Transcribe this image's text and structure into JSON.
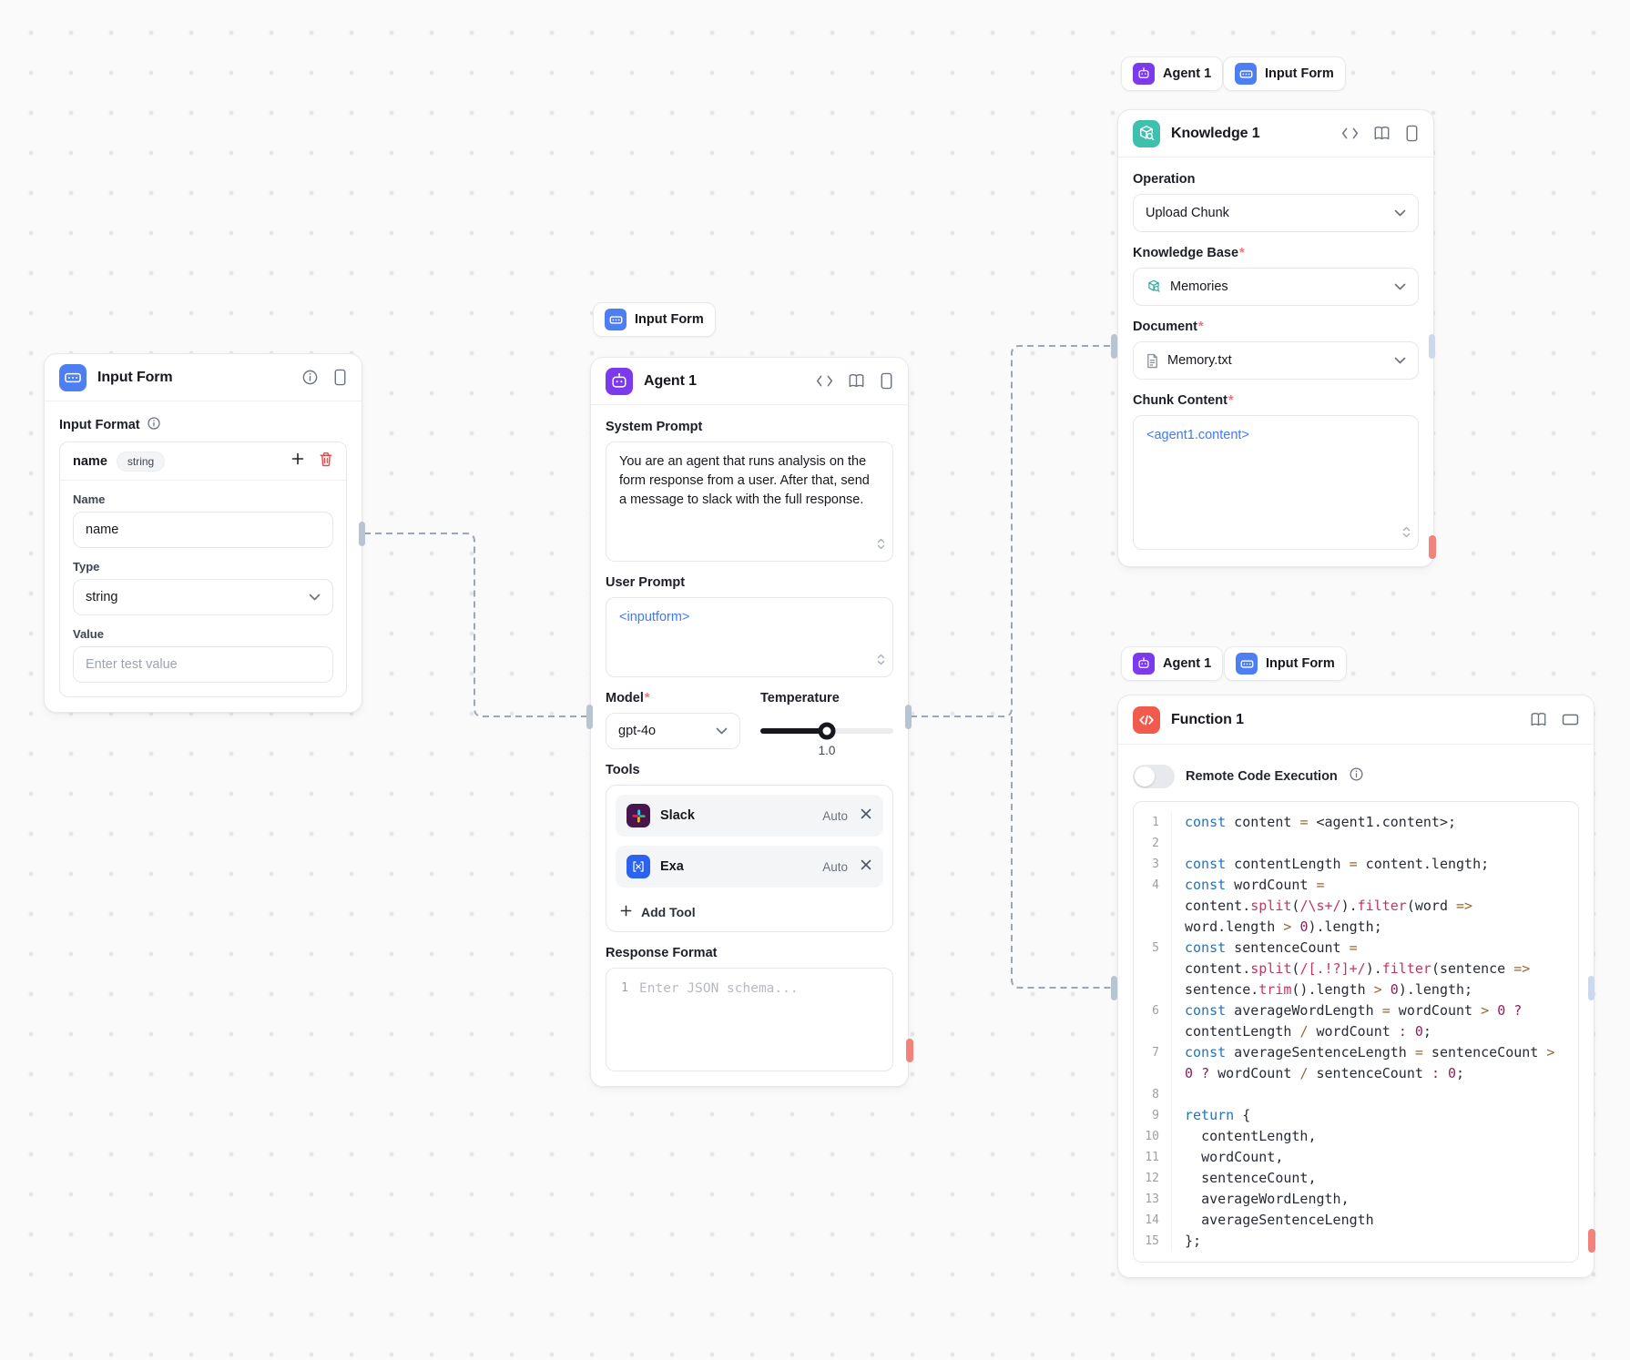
{
  "colors": {
    "canvas-bg": "#FAFAFA",
    "dot": "#E4E5E9",
    "wire": "#9AA7B7",
    "node-border": "#E8E9ED",
    "divider": "#EFEFF2",
    "form-blue": "#4E7FF2",
    "agent-purple": "#7C3AED",
    "knowledge-teal": "#3FBFAE",
    "function-red": "#F05B4D",
    "exa-blue": "#2B63F0",
    "slack-bg": "#4A154B",
    "link-blue": "#3D7BF7",
    "required-red": "#F87171",
    "danger-red": "#EF4444",
    "handle": "#B9C4D3",
    "handle-light": "#CCD9EC",
    "handle-red": "#F2837B",
    "code-keyword": "#2673B8",
    "code-func": "#C23563",
    "code-num": "#8F2057",
    "code-op": "#9A6630",
    "code-plain": "#272B33",
    "code-linenum": "#9AA0A6"
  },
  "input_form_node": {
    "title": "Input Form",
    "input_format_label": "Input Format",
    "row_name": "name",
    "row_type_chip": "string",
    "name_label": "Name",
    "name_value": "name",
    "type_label": "Type",
    "type_value": "string",
    "value_label": "Value",
    "value_placeholder": "Enter test value"
  },
  "agent_node": {
    "chip_label": "Input Form",
    "title": "Agent 1",
    "system_prompt_label": "System Prompt",
    "system_prompt_value": "You are an agent that runs analysis on the form response from a user. After that, send a message to slack with the full response.",
    "user_prompt_label": "User Prompt",
    "user_prompt_value": "<inputform>",
    "model_label": "Model",
    "model_value": "gpt-4o",
    "temperature_label": "Temperature",
    "temperature_value": "1.0",
    "temperature_percent": 50,
    "tools_label": "Tools",
    "tools": [
      {
        "name": "Slack",
        "mode": "Auto"
      },
      {
        "name": "Exa",
        "mode": "Auto"
      }
    ],
    "add_tool_label": "Add Tool",
    "response_format_label": "Response Format",
    "response_line_number": "1",
    "response_placeholder": "Enter JSON schema..."
  },
  "knowledge_node": {
    "chips": [
      "Agent 1",
      "Input Form"
    ],
    "title": "Knowledge 1",
    "operation_label": "Operation",
    "operation_value": "Upload Chunk",
    "knowledge_base_label": "Knowledge Base",
    "knowledge_base_value": "Memories",
    "document_label": "Document",
    "document_value": "Memory.txt",
    "chunk_content_label": "Chunk Content",
    "chunk_content_value": "<agent1.content>"
  },
  "function_node": {
    "chips": [
      "Agent 1",
      "Input Form"
    ],
    "title": "Function 1",
    "toggle_label": "Remote Code Execution",
    "code_lines": [
      [
        [
          "k",
          "const"
        ],
        [
          "p",
          " content "
        ],
        [
          "o",
          "="
        ],
        [
          "p",
          " <agent1.content>;"
        ]
      ],
      [],
      [
        [
          "k",
          "const"
        ],
        [
          "p",
          " contentLength "
        ],
        [
          "o",
          "="
        ],
        [
          "p",
          " content.length;"
        ]
      ],
      [
        [
          "k",
          "const"
        ],
        [
          "p",
          " wordCount "
        ],
        [
          "o",
          "="
        ],
        [
          "p",
          " content."
        ],
        [
          "f",
          "split"
        ],
        [
          "p",
          "("
        ],
        [
          "f",
          "/\\s+/"
        ],
        [
          "p",
          ")."
        ],
        [
          "f",
          "filter"
        ],
        [
          "p",
          "(word "
        ],
        [
          "o",
          "=>"
        ],
        [
          "p",
          " word.length "
        ],
        [
          "o",
          ">"
        ],
        [
          "p",
          " "
        ],
        [
          "n",
          "0"
        ],
        [
          "p",
          ").length;"
        ]
      ],
      [
        [
          "k",
          "const"
        ],
        [
          "p",
          " sentenceCount "
        ],
        [
          "o",
          "="
        ],
        [
          "p",
          " content."
        ],
        [
          "f",
          "split"
        ],
        [
          "p",
          "("
        ],
        [
          "f",
          "/[.!?]+/"
        ],
        [
          "p",
          ")."
        ],
        [
          "f",
          "filter"
        ],
        [
          "p",
          "(sentence "
        ],
        [
          "o",
          "=>"
        ],
        [
          "p",
          " sentence."
        ],
        [
          "f",
          "trim"
        ],
        [
          "p",
          "().length "
        ],
        [
          "o",
          ">"
        ],
        [
          "p",
          " "
        ],
        [
          "n",
          "0"
        ],
        [
          "p",
          ").length;"
        ]
      ],
      [
        [
          "k",
          "const"
        ],
        [
          "p",
          " averageWordLength "
        ],
        [
          "o",
          "="
        ],
        [
          "p",
          " wordCount "
        ],
        [
          "o",
          ">"
        ],
        [
          "p",
          " "
        ],
        [
          "n",
          "0"
        ],
        [
          "p",
          " "
        ],
        [
          "n",
          "?"
        ],
        [
          "p",
          " contentLength "
        ],
        [
          "o",
          "/"
        ],
        [
          "p",
          " wordCount "
        ],
        [
          "n",
          ":"
        ],
        [
          "p",
          " "
        ],
        [
          "n",
          "0"
        ],
        [
          "p",
          ";"
        ]
      ],
      [
        [
          "k",
          "const"
        ],
        [
          "p",
          " averageSentenceLength "
        ],
        [
          "o",
          "="
        ],
        [
          "p",
          " sentenceCount "
        ],
        [
          "o",
          ">"
        ],
        [
          "p",
          " "
        ],
        [
          "n",
          "0"
        ],
        [
          "p",
          " "
        ],
        [
          "n",
          "?"
        ],
        [
          "p",
          " wordCount "
        ],
        [
          "o",
          "/"
        ],
        [
          "p",
          " sentenceCount "
        ],
        [
          "n",
          ":"
        ],
        [
          "p",
          " "
        ],
        [
          "n",
          "0"
        ],
        [
          "p",
          ";"
        ]
      ],
      [],
      [
        [
          "k",
          "return"
        ],
        [
          "p",
          " {"
        ]
      ],
      [
        [
          "p",
          "  contentLength,"
        ]
      ],
      [
        [
          "p",
          "  wordCount,"
        ]
      ],
      [
        [
          "p",
          "  sentenceCount,"
        ]
      ],
      [
        [
          "p",
          "  averageWordLength,"
        ]
      ],
      [
        [
          "p",
          "  averageSentenceLength"
        ]
      ],
      [
        [
          "p",
          "};"
        ]
      ]
    ]
  }
}
